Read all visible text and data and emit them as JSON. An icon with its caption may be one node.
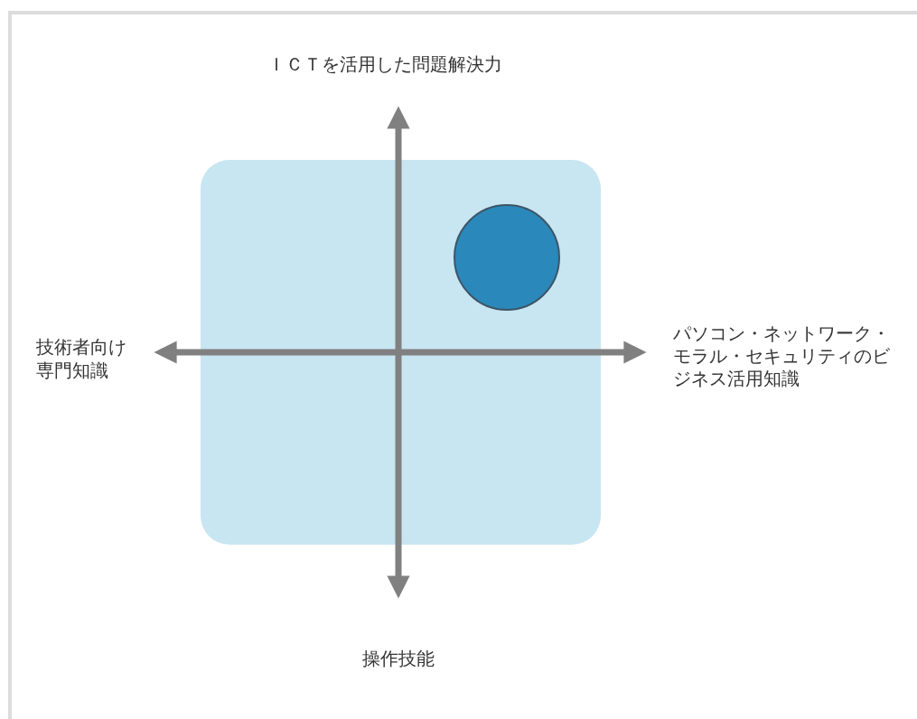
{
  "diagram": {
    "nodes": [
      {
        "text": [],
        "shape": "circle"
      }
    ],
    "labels": [
      "ＩＣＴを活用した問題解決力",
      "技術者向け専門知識",
      "パソコン・ネットワーク・モラル・セキュリティのビジネス活用知識",
      "操作技能"
    ]
  }
}
